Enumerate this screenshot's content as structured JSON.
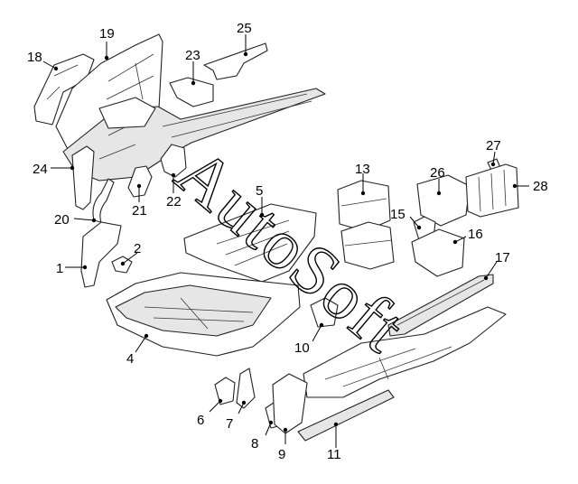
{
  "diagram": {
    "watermark": "AutoSoft",
    "callouts": [
      {
        "id": "c1",
        "label": "1"
      },
      {
        "id": "c2",
        "label": "2"
      },
      {
        "id": "c4",
        "label": "4"
      },
      {
        "id": "c5",
        "label": "5"
      },
      {
        "id": "c6",
        "label": "6"
      },
      {
        "id": "c7",
        "label": "7"
      },
      {
        "id": "c8",
        "label": "8"
      },
      {
        "id": "c9",
        "label": "9"
      },
      {
        "id": "c10",
        "label": "10"
      },
      {
        "id": "c11",
        "label": "11"
      },
      {
        "id": "c13",
        "label": "13"
      },
      {
        "id": "c15",
        "label": "15"
      },
      {
        "id": "c16",
        "label": "16"
      },
      {
        "id": "c17",
        "label": "17"
      },
      {
        "id": "c18",
        "label": "18"
      },
      {
        "id": "c19",
        "label": "19"
      },
      {
        "id": "c20",
        "label": "20"
      },
      {
        "id": "c21",
        "label": "21"
      },
      {
        "id": "c22",
        "label": "22"
      },
      {
        "id": "c23",
        "label": "23"
      },
      {
        "id": "c24",
        "label": "24"
      },
      {
        "id": "c25",
        "label": "25"
      },
      {
        "id": "c26",
        "label": "26"
      },
      {
        "id": "c27",
        "label": "27"
      },
      {
        "id": "c28",
        "label": "28"
      }
    ]
  }
}
